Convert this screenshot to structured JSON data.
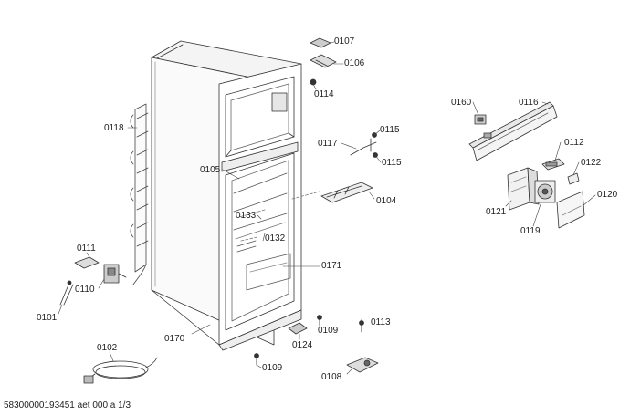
{
  "diagram": {
    "document_id": "58300000193451 aet 000 a 1/3",
    "parts": [
      {
        "id": "p0107",
        "label": "0107"
      },
      {
        "id": "p0106",
        "label": "0106"
      },
      {
        "id": "p0114",
        "label": "0114"
      },
      {
        "id": "p0118",
        "label": "0118"
      },
      {
        "id": "p0115a",
        "label": "0115"
      },
      {
        "id": "p0117",
        "label": "0117"
      },
      {
        "id": "p0115b",
        "label": "0115"
      },
      {
        "id": "p0105",
        "label": "0105"
      },
      {
        "id": "p0104",
        "label": "0104"
      },
      {
        "id": "p0133",
        "label": "0133"
      },
      {
        "id": "p0132",
        "label": "0132"
      },
      {
        "id": "p0111",
        "label": "0111"
      },
      {
        "id": "p0110",
        "label": "0110"
      },
      {
        "id": "p0101",
        "label": "0101"
      },
      {
        "id": "p0171",
        "label": "0171"
      },
      {
        "id": "p0109a",
        "label": "0109"
      },
      {
        "id": "p0113",
        "label": "0113"
      },
      {
        "id": "p0170",
        "label": "0170"
      },
      {
        "id": "p0124",
        "label": "0124"
      },
      {
        "id": "p0102",
        "label": "0102"
      },
      {
        "id": "p0109b",
        "label": "0109"
      },
      {
        "id": "p0108",
        "label": "0108"
      },
      {
        "id": "p0160",
        "label": "0160"
      },
      {
        "id": "p0116",
        "label": "0116"
      },
      {
        "id": "p0112",
        "label": "0112"
      },
      {
        "id": "p0122",
        "label": "0122"
      },
      {
        "id": "p0121",
        "label": "0121"
      },
      {
        "id": "p0119",
        "label": "0119"
      },
      {
        "id": "p0120",
        "label": "0120"
      }
    ]
  }
}
